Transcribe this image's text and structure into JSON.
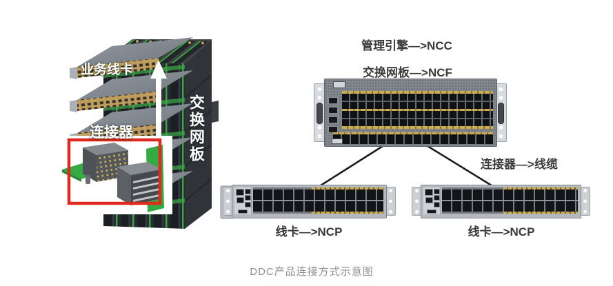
{
  "caption": "DDC产品连接方式示意图",
  "left_illustration": {
    "labels": {
      "service_line_card": "业务线卡",
      "connector": "连接器",
      "switch_fabric_board": "交换网板"
    }
  },
  "topology": {
    "labels": {
      "management_engine_ncc": "管理引擎—>NCC",
      "switch_fabric_ncf": "交换网板—>NCF",
      "connector_cable": "连接器—>线缆",
      "line_card_ncp_left": "线卡—>NCP",
      "line_card_ncp_right": "线卡—>NCP"
    }
  },
  "colors": {
    "highlight_red": "#dc2a1e",
    "pcb_green": "#36aa42",
    "card_gold": "#bf9d5e",
    "port_stripe_yellow": "#cbae54",
    "label_text": "#3a3a3a",
    "caption_text": "#8f8f8f"
  }
}
